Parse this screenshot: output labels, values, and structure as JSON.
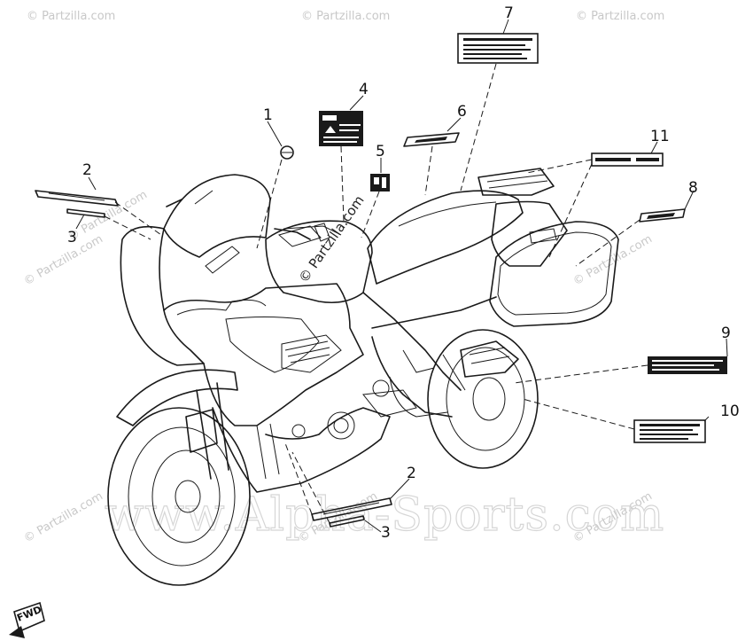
{
  "callouts": [
    {
      "id": "1",
      "label": "1"
    },
    {
      "id": "2a",
      "label": "2"
    },
    {
      "id": "3a",
      "label": "3"
    },
    {
      "id": "4",
      "label": "4"
    },
    {
      "id": "5",
      "label": "5"
    },
    {
      "id": "6",
      "label": "6"
    },
    {
      "id": "7",
      "label": "7"
    },
    {
      "id": "8",
      "label": "8"
    },
    {
      "id": "9",
      "label": "9"
    },
    {
      "id": "10",
      "label": "10"
    },
    {
      "id": "11",
      "label": "11"
    },
    {
      "id": "2b",
      "label": "2"
    },
    {
      "id": "3b",
      "label": "3"
    }
  ],
  "watermarks": {
    "small": "© Partzilla.com",
    "center": "© Partzilla.com",
    "big": "www.Alpha-Sports.com"
  },
  "forward_arrow": {
    "label": "FWD"
  },
  "icons": [
    "forward-arrow-icon"
  ]
}
